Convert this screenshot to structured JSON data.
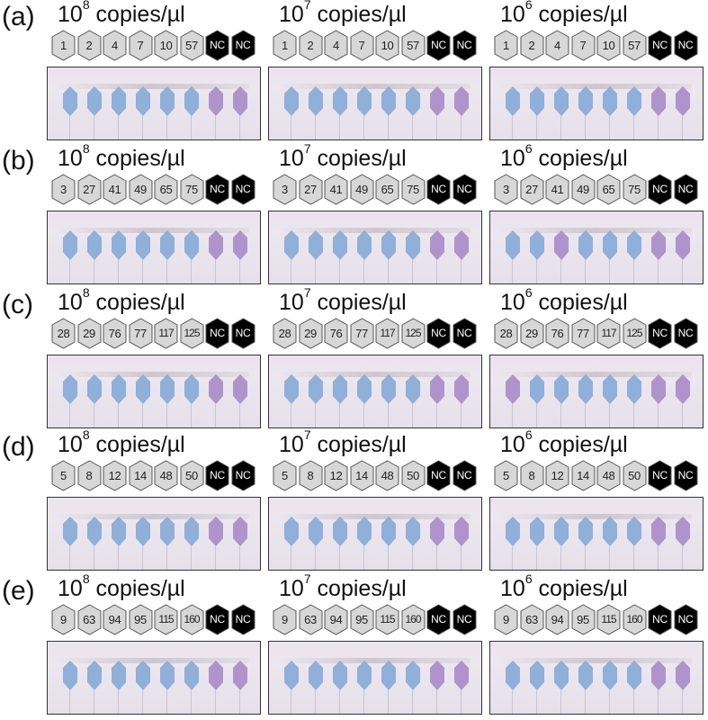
{
  "title_unit": " copies/µl",
  "colors": {
    "tube_fill": "#d7d7d7",
    "tube_stroke": "#555555",
    "nc_fill": "#000000",
    "spot_blue": "#86a9d6",
    "spot_purple": "#a78bc6"
  },
  "rows": [
    {
      "label": "(a)",
      "panels": [
        {
          "base": "10",
          "exp": "8",
          "tubes": [
            "1",
            "2",
            "4",
            "7",
            "10",
            "57",
            "NC",
            "NC"
          ],
          "spots": [
            "blue",
            "blue",
            "blue",
            "blue",
            "blue",
            "blue",
            "purple",
            "purple"
          ]
        },
        {
          "base": "10",
          "exp": "7",
          "tubes": [
            "1",
            "2",
            "4",
            "7",
            "10",
            "57",
            "NC",
            "NC"
          ],
          "spots": [
            "blue",
            "blue",
            "blue",
            "blue",
            "blue",
            "blue",
            "purple",
            "purple"
          ]
        },
        {
          "base": "10",
          "exp": "6",
          "tubes": [
            "1",
            "2",
            "4",
            "7",
            "10",
            "57",
            "NC",
            "NC"
          ],
          "spots": [
            "blue",
            "blue",
            "blue",
            "blue",
            "blue",
            "blue",
            "purple",
            "purple"
          ]
        }
      ]
    },
    {
      "label": "(b)",
      "panels": [
        {
          "base": "10",
          "exp": "8",
          "tubes": [
            "3",
            "27",
            "41",
            "49",
            "65",
            "75",
            "NC",
            "NC"
          ],
          "spots": [
            "blue",
            "blue",
            "blue",
            "blue",
            "blue",
            "blue",
            "purple",
            "purple"
          ]
        },
        {
          "base": "10",
          "exp": "7",
          "tubes": [
            "3",
            "27",
            "41",
            "49",
            "65",
            "75",
            "NC",
            "NC"
          ],
          "spots": [
            "blue",
            "blue",
            "blue",
            "blue",
            "blue",
            "blue",
            "purple",
            "purple"
          ]
        },
        {
          "base": "10",
          "exp": "6",
          "tubes": [
            "3",
            "27",
            "41",
            "49",
            "65",
            "75",
            "NC",
            "NC"
          ],
          "spots": [
            "blue",
            "blue",
            "purple",
            "blue",
            "blue",
            "blue",
            "purple",
            "purple"
          ]
        }
      ]
    },
    {
      "label": "(c)",
      "panels": [
        {
          "base": "10",
          "exp": "8",
          "tubes": [
            "28",
            "29",
            "76",
            "77",
            "117",
            "125",
            "NC",
            "NC"
          ],
          "spots": [
            "blue",
            "blue",
            "blue",
            "blue",
            "blue",
            "blue",
            "purple",
            "purple"
          ]
        },
        {
          "base": "10",
          "exp": "7",
          "tubes": [
            "28",
            "29",
            "76",
            "77",
            "117",
            "125",
            "NC",
            "NC"
          ],
          "spots": [
            "blue",
            "blue",
            "blue",
            "blue",
            "blue",
            "blue",
            "purple",
            "purple"
          ]
        },
        {
          "base": "10",
          "exp": "6",
          "tubes": [
            "28",
            "29",
            "76",
            "77",
            "117",
            "125",
            "NC",
            "NC"
          ],
          "spots": [
            "purple",
            "blue",
            "blue",
            "blue",
            "blue",
            "blue",
            "purple",
            "purple"
          ]
        }
      ]
    },
    {
      "label": "(d)",
      "panels": [
        {
          "base": "10",
          "exp": "8",
          "tubes": [
            "5",
            "8",
            "12",
            "14",
            "48",
            "50",
            "NC",
            "NC"
          ],
          "spots": [
            "blue",
            "blue",
            "blue",
            "blue",
            "blue",
            "blue",
            "purple",
            "purple"
          ]
        },
        {
          "base": "10",
          "exp": "7",
          "tubes": [
            "5",
            "8",
            "12",
            "14",
            "48",
            "50",
            "NC",
            "NC"
          ],
          "spots": [
            "blue",
            "blue",
            "blue",
            "blue",
            "blue",
            "blue",
            "purple",
            "purple"
          ]
        },
        {
          "base": "10",
          "exp": "6",
          "tubes": [
            "5",
            "8",
            "12",
            "14",
            "48",
            "50",
            "NC",
            "NC"
          ],
          "spots": [
            "blue",
            "blue",
            "blue",
            "blue",
            "blue",
            "blue",
            "purple",
            "purple"
          ]
        }
      ]
    },
    {
      "label": "(e)",
      "panels": [
        {
          "base": "10",
          "exp": "8",
          "tubes": [
            "9",
            "63",
            "94",
            "95",
            "115",
            "160",
            "NC",
            "NC"
          ],
          "spots": [
            "blue",
            "blue",
            "blue",
            "blue",
            "blue",
            "blue",
            "purple",
            "purple"
          ]
        },
        {
          "base": "10",
          "exp": "7",
          "tubes": [
            "9",
            "63",
            "94",
            "95",
            "115",
            "160",
            "NC",
            "NC"
          ],
          "spots": [
            "blue",
            "blue",
            "blue",
            "blue",
            "blue",
            "blue",
            "purple",
            "purple"
          ]
        },
        {
          "base": "10",
          "exp": "6",
          "tubes": [
            "9",
            "63",
            "94",
            "95",
            "115",
            "160",
            "NC",
            "NC"
          ],
          "spots": [
            "blue",
            "blue",
            "blue",
            "blue",
            "blue",
            "blue",
            "purple",
            "purple"
          ]
        }
      ]
    }
  ]
}
